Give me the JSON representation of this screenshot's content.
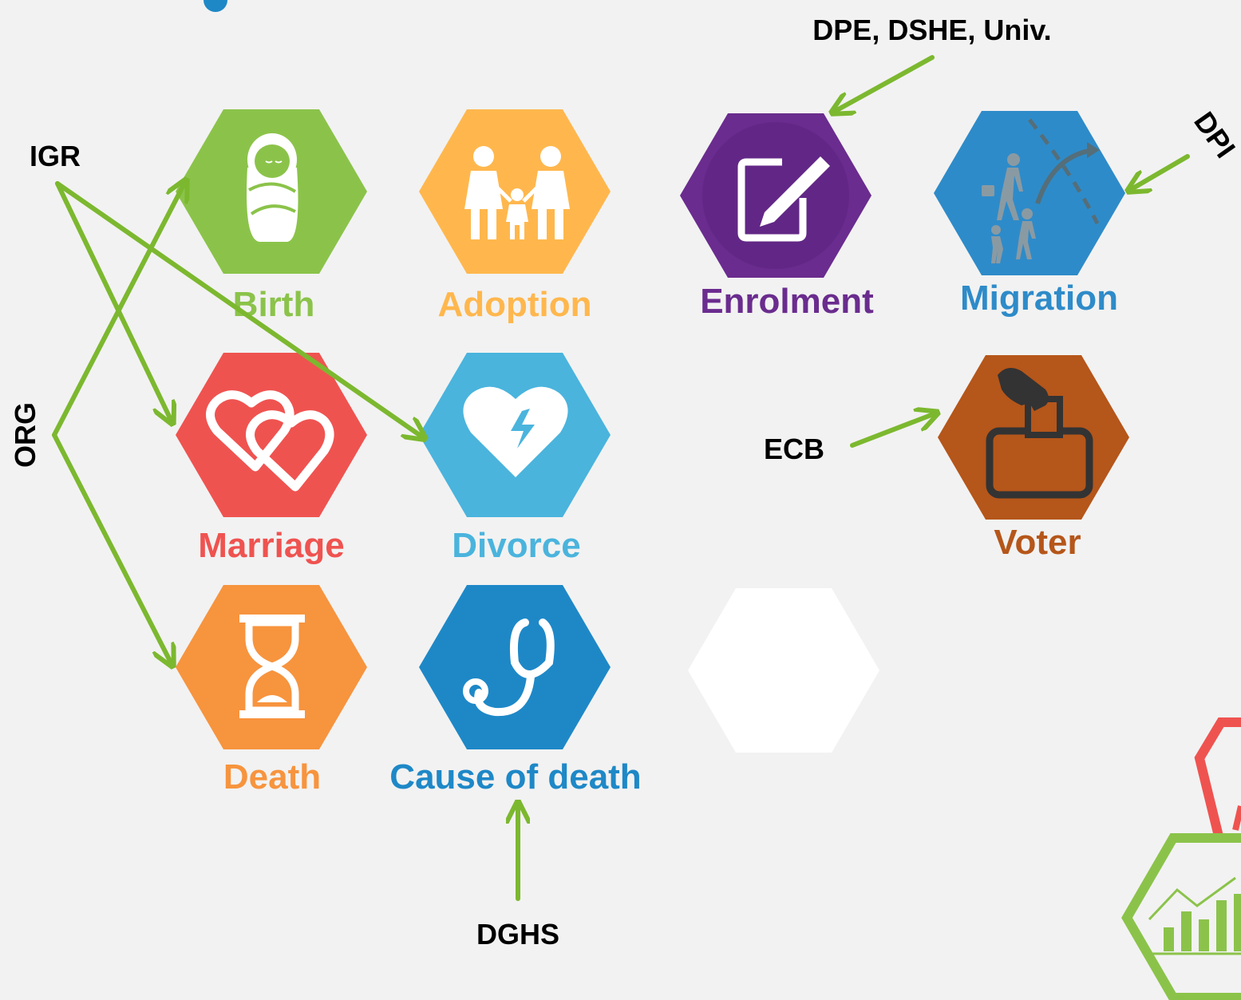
{
  "events": {
    "birth": {
      "label": "Birth",
      "color": "#8bc34a",
      "icon": "baby-icon"
    },
    "adoption": {
      "label": "Adoption",
      "color": "#ffb74d",
      "icon": "family-icon"
    },
    "enrolment": {
      "label": "Enrolment",
      "color": "#6a2c8e",
      "icon": "edit-form-icon"
    },
    "migration": {
      "label": "Migration",
      "color": "#2e8bc9",
      "icon": "migration-icon"
    },
    "marriage": {
      "label": "Marriage",
      "color": "#ef5350",
      "icon": "hearts-icon"
    },
    "divorce": {
      "label": "Divorce",
      "color": "#4ab4dd",
      "icon": "broken-heart-icon"
    },
    "voter": {
      "label": "Voter",
      "color": "#b5561a",
      "icon": "ballot-box-icon"
    },
    "death": {
      "label": "Death",
      "color": "#f7943e",
      "icon": "hourglass-icon"
    },
    "cause_of_death": {
      "label": "Cause of death",
      "color": "#1e88c7",
      "icon": "stethoscope-icon"
    }
  },
  "agencies": {
    "igr": "IGR",
    "org": "ORG",
    "dpe": "DPE, DSHE, Univ.",
    "dpi": "DPI",
    "ecb": "ECB",
    "dghs": "DGHS"
  },
  "colors": {
    "arrow": "#7cb82f",
    "background": "#f2f2f2",
    "corner_red": "#ef5350",
    "corner_green": "#8bc34a"
  },
  "corner_icon": "growth-chart-icon"
}
